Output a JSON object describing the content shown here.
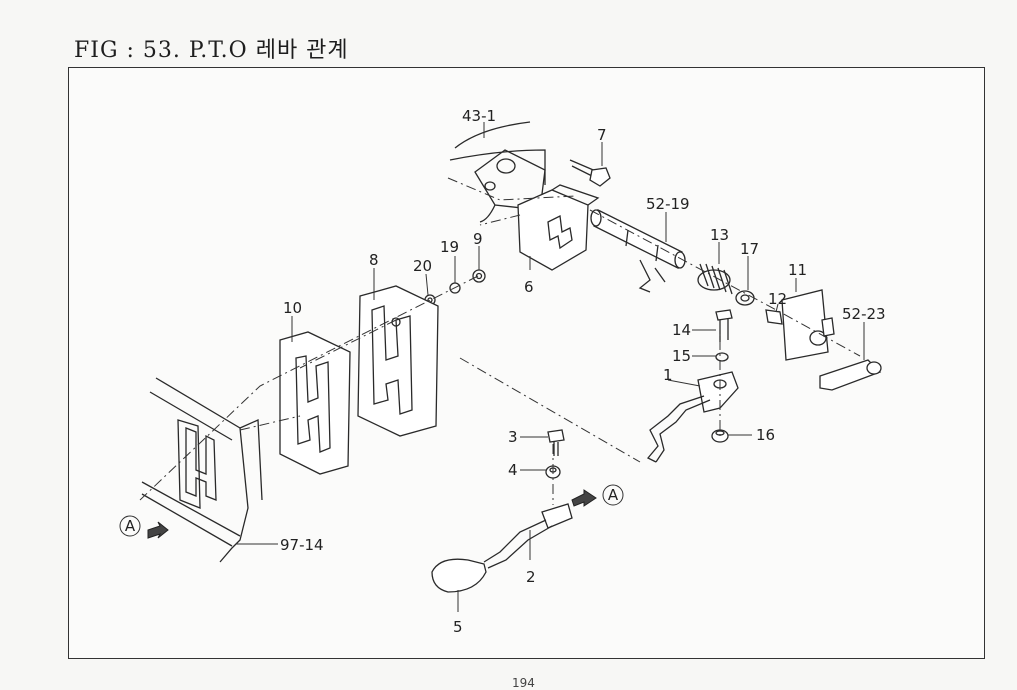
{
  "title": "FIG : 53. P.T.O 레바 관계",
  "page_number": "194",
  "callouts": {
    "p43_1": "43-1",
    "p7": "7",
    "p52_19": "52-19",
    "p13": "13",
    "p17": "17",
    "p11": "11",
    "p12": "12",
    "p52_23": "52-23",
    "p6": "6",
    "p9": "9",
    "p19": "19",
    "p20": "20",
    "p8": "8",
    "p10": "10",
    "p14": "14",
    "p15": "15",
    "p1": "1",
    "p16": "16",
    "p3": "3",
    "p4": "4",
    "p2": "2",
    "p5": "5",
    "p97_14": "97-14"
  },
  "connectors": {
    "left": "A",
    "right": "A"
  }
}
